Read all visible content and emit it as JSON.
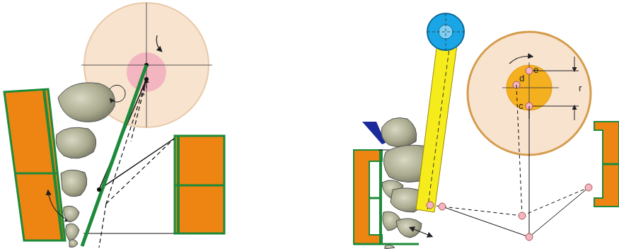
{
  "diagram": {
    "labels": [
      "d",
      "e",
      "c",
      "r"
    ]
  }
}
